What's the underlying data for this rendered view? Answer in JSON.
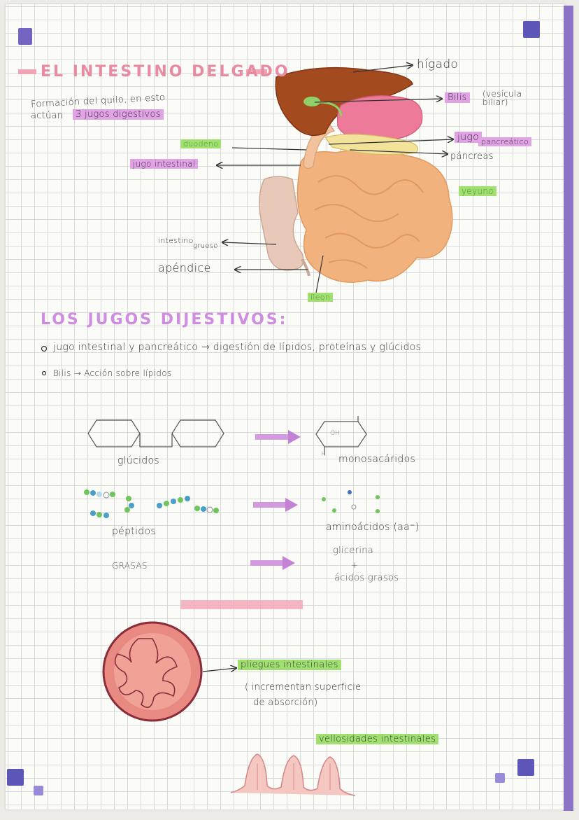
{
  "title": "EL INTESTINO DELGADO",
  "intro": {
    "line1": "Formación del quilo, en esto",
    "line2_prefix": "actúan",
    "line2_highlight": "3 jugos digestivos"
  },
  "diagram_labels": {
    "higado": "hígado",
    "bilis": "Bilis",
    "vesicula": "(vesícula biliar)",
    "jugo": "jugo",
    "pancreatico": "pancreático",
    "pancreas": "páncreas",
    "duodeno": "duodeno",
    "jugo_intestinal": "jugo intestinal",
    "yeyuno": "yeyuno",
    "intestino": "intestino",
    "grueso": "grueso",
    "apendice": "apéndice",
    "ileon": "íleon"
  },
  "section2_title": "LOS JUGOS DIJESTIVOS:",
  "bullets": [
    "jugo intestinal y pancreático → digestión de lípidos, proteínas y glúcidos",
    "Bilis → Acción sobre lípidos"
  ],
  "digestion": {
    "glucidos": "glúcidos",
    "monosacaridos": "monosacáridos",
    "oh": "OH",
    "h": "H",
    "peptidos": "péptidos",
    "aminoacidos": "aminoácidos (aa⁻)",
    "grasas": "GRASAS",
    "glicerina": "glicerina",
    "plus": "+",
    "acidos_grasos": "ácidos grasos"
  },
  "folds": {
    "label": "pliegues intestinales",
    "note1": "( incrementan superficie",
    "note2": "de absorción)"
  },
  "villi_label": "vellosidades intestinales",
  "colors": {
    "pink_highlight": "#e2a3e6",
    "green_highlight": "#9fe070",
    "spine": "#8b73c6",
    "liver": "#a34a1f",
    "intestine": "#f1b27d"
  }
}
